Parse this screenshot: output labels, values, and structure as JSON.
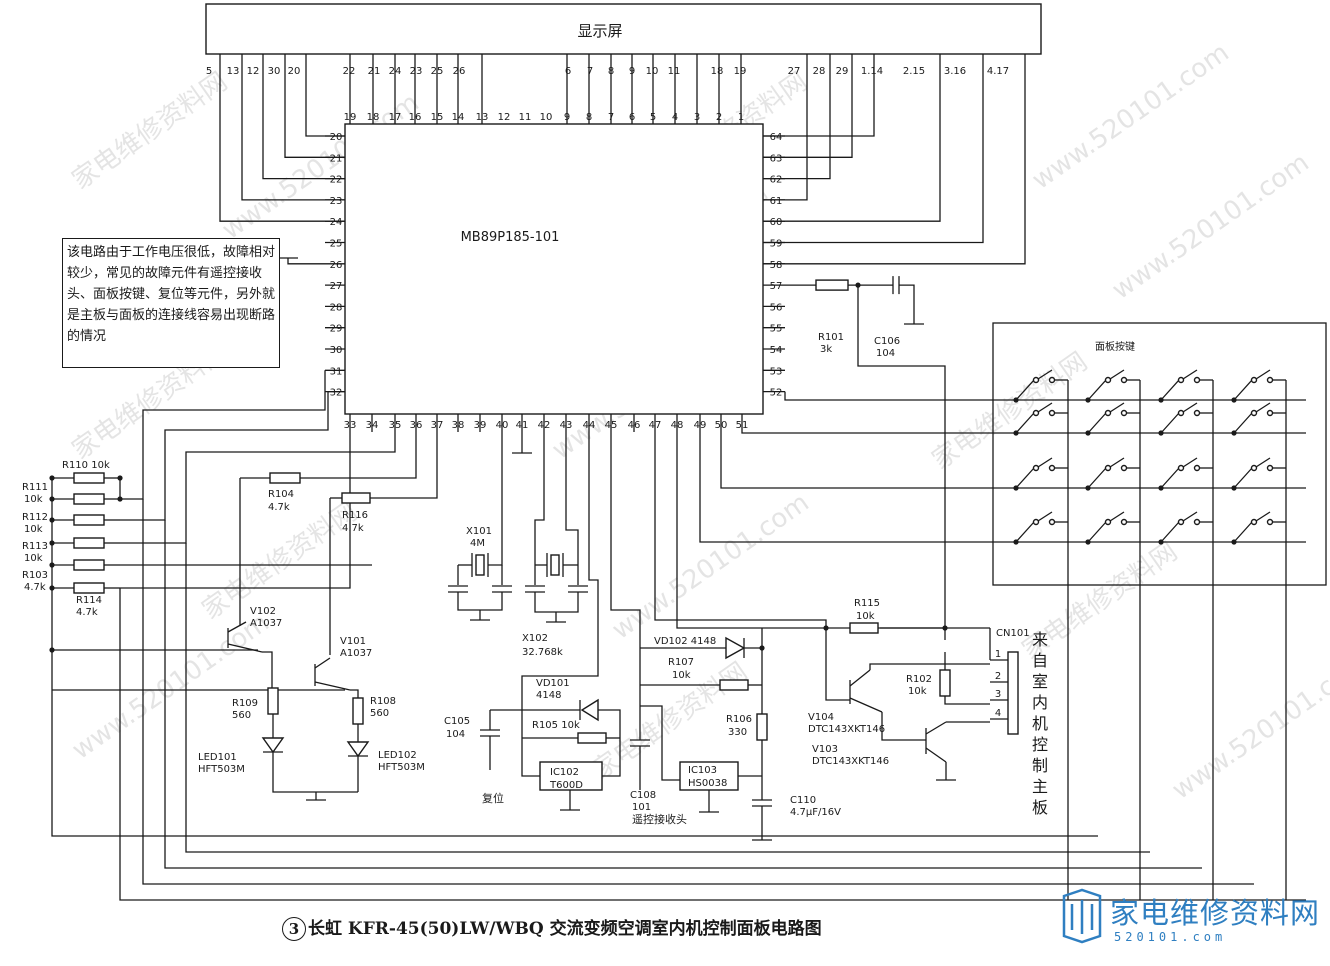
{
  "display_label": "显示屏",
  "display_top_pins": [
    "5",
    "13",
    "12",
    "30",
    "20",
    "22",
    "21",
    "24",
    "23",
    "25",
    "26",
    "6",
    "7",
    "8",
    "9",
    "10",
    "11",
    "18",
    "19",
    "27",
    "28",
    "29",
    "1.14",
    "2.15",
    "3.16",
    "4.17"
  ],
  "chip": {
    "name": "MB89P185-101",
    "top_pins": [
      "19",
      "18",
      "17",
      "16",
      "15",
      "14",
      "13",
      "12",
      "11",
      "10",
      "9",
      "8",
      "7",
      "6",
      "5",
      "4",
      "3",
      "2",
      "1"
    ],
    "left_pins": [
      "20",
      "21",
      "22",
      "23",
      "24",
      "25",
      "26",
      "27",
      "28",
      "29",
      "30",
      "31",
      "32"
    ],
    "right_pins": [
      "64",
      "63",
      "62",
      "61",
      "60",
      "59",
      "58",
      "57",
      "56",
      "55",
      "54",
      "53",
      "52"
    ],
    "bottom_pins": [
      "33",
      "34",
      "35",
      "36",
      "37",
      "38",
      "39",
      "40",
      "41",
      "42",
      "43",
      "44",
      "45",
      "46",
      "47",
      "48",
      "49",
      "50",
      "51"
    ]
  },
  "note": "该电路由于工作电压很低，故障相对较少，常见的故障元件有遥控接收头、面板按键、复位等元件，另外就是主板与面板的连接线容易出现断路的情况",
  "keypad_label": "面板按键",
  "connector": {
    "ref": "CN101",
    "pins": [
      "1",
      "2",
      "3",
      "4"
    ],
    "label": "来自室内机控制主板"
  },
  "components": {
    "r110": "R110 10k",
    "r111": "R111",
    "r111_val": "10k",
    "r112": "R112",
    "r112_val": "10k",
    "r113": "R113",
    "r113_val": "10k",
    "r103": "R103",
    "r103_val": "4.7k",
    "r114": "R114",
    "r114_val": "4.7k",
    "r104": "R104",
    "r104_val": "4.7k",
    "r116": "R116",
    "r116_val": "4.7k",
    "v102": "V102",
    "v102_val": "A1037",
    "v101": "V101",
    "v101_val": "A1037",
    "r109": "R109",
    "r109_val": "560",
    "r108": "R108",
    "r108_val": "560",
    "led101": "LED101",
    "led101_val": "HFT503M",
    "led102": "LED102",
    "led102_val": "HFT503M",
    "x101": "X101",
    "x101_val": "4M",
    "x102": "X102",
    "x102_val": "32.768k",
    "r101": "R101",
    "r101_val": "3k",
    "c106": "C106",
    "c106_val": "104",
    "vd101": "VD101",
    "vd101_val": "4148",
    "r105": "R105 10k",
    "c105": "C105",
    "c105_val": "104",
    "ic102": "IC102",
    "ic102_val": "T600D",
    "reset": "复位",
    "vd102": "VD102 4148",
    "r107": "R107",
    "r107_val": "10k",
    "r106": "R106",
    "r106_val": "330",
    "c108": "C108",
    "c108_val": "101",
    "ic103": "IC103",
    "ic103_val": "HS0038",
    "receiver": "遥控接收头",
    "c110": "C110",
    "c110_val": "4.7μF/16V",
    "r115": "R115",
    "r115_val": "10k",
    "r102": "R102",
    "r102_val": "10k",
    "v104": "V104",
    "v104_val": "DTC143XKT146",
    "v103": "V103",
    "v103_val": "DTC143XKT146"
  },
  "caption_number": "3",
  "caption": "长虹 KFR-45(50)LW/WBQ 交流变频空调室内机控制面板电路图",
  "watermark": "家电维修资料网",
  "watermark_url": "www.520101.com",
  "logo_text": "家电维修资料网",
  "logo_url": "520101.com"
}
